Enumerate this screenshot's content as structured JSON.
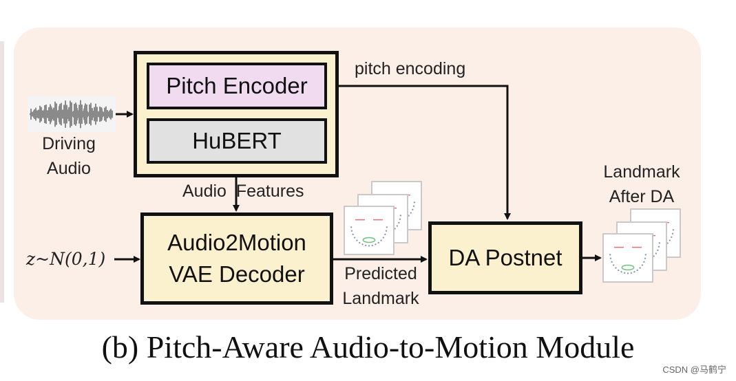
{
  "blocks": {
    "pitch_encoder": "Pitch Encoder",
    "hubert": "HuBERT",
    "a2m_line1": "Audio2Motion",
    "a2m_line2": "VAE Decoder",
    "da_postnet": "DA Postnet"
  },
  "labels": {
    "driving_line1": "Driving",
    "driving_line2": "Audio",
    "pitch_encoding": "pitch encoding",
    "audio_features": "Audio  Features",
    "z_input": "z~N(0,1)",
    "predicted_line1": "Predicted",
    "predicted_line2": "Landmark",
    "landmark_line1": "Landmark",
    "landmark_line2": "After DA"
  },
  "caption": "(b) Pitch-Aware Audio-to-Motion Module",
  "watermark": "CSDN @马鹤宁",
  "colors": {
    "panel": "#fbefe8",
    "encoder_container": "#fcf1cf",
    "pitch_encoder_fill": "#f1dbf1",
    "hubert_fill": "#e1e1e1",
    "block_fill": "#fcf1cf",
    "border": "#111111"
  },
  "icons": {
    "audio": "waveform-icon",
    "landmarks": "face-landmark-icon"
  }
}
